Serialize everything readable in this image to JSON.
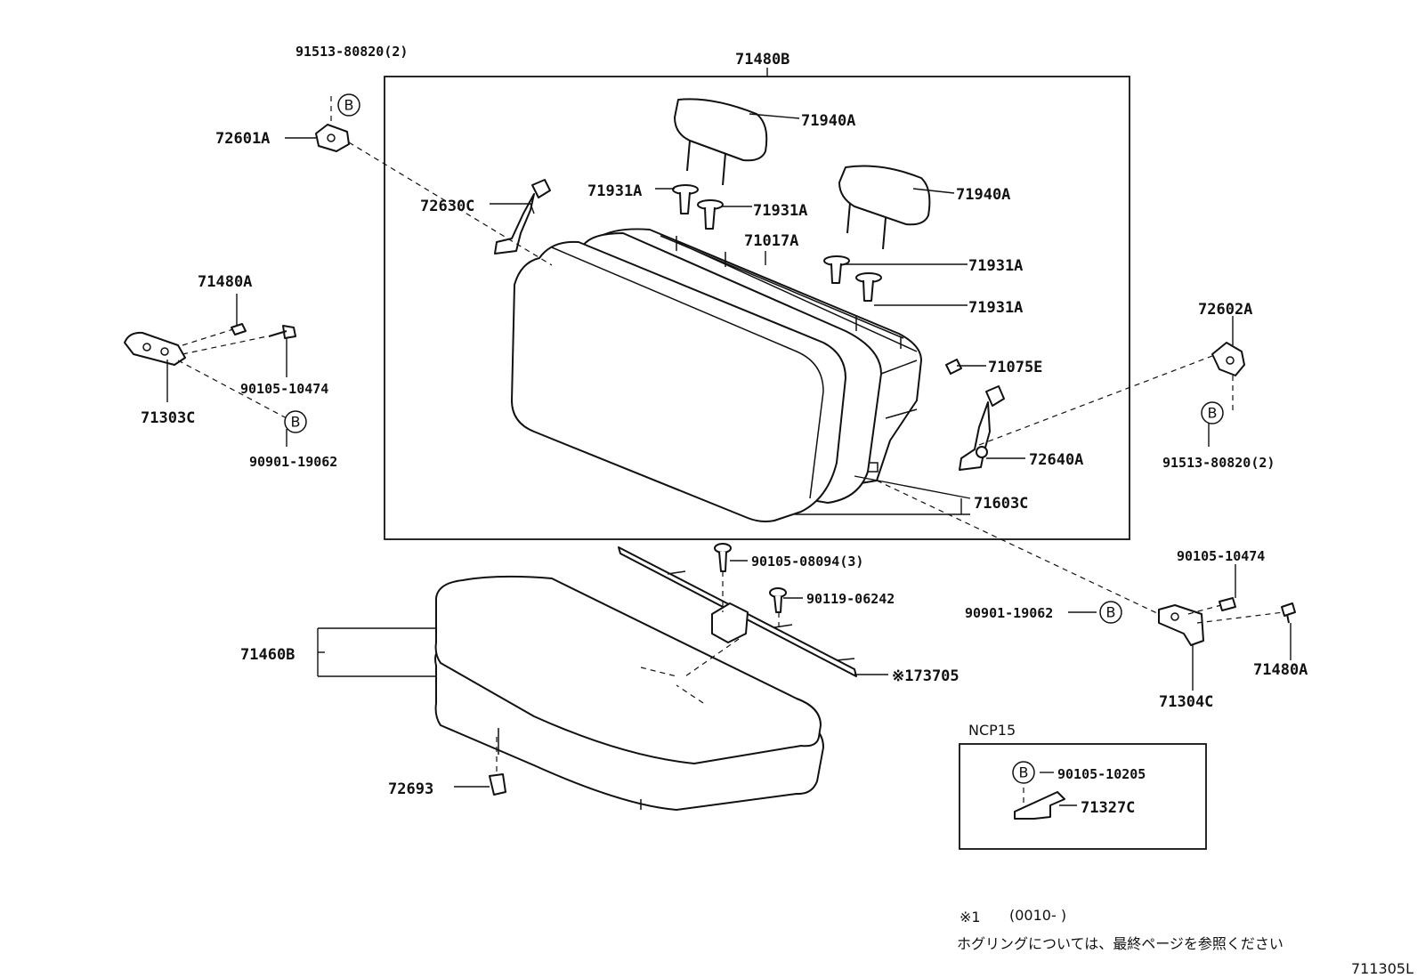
{
  "labels": {
    "p91513_top": "91513-80820(2)",
    "p72601A": "72601A",
    "p71480B": "71480B",
    "p71940A_1": "71940A",
    "p71940A_2": "71940A",
    "p72630C": "72630C",
    "p71931A_1": "71931A",
    "p71931A_2": "71931A",
    "p71931A_3": "71931A",
    "p71931A_4": "71931A",
    "p71017A": "71017A",
    "p71480A_left": "71480A",
    "p90105_10474_left": "90105-10474",
    "p71303C": "71303C",
    "p90901_left": "90901-19062",
    "p72602A": "72602A",
    "p71075E": "71075E",
    "p91513_right": "91513-80820(2)",
    "p72640A": "72640A",
    "p71603C": "71603C",
    "p90105_08094": "90105-08094(3)",
    "p90119_06242": "90119-06242",
    "p90105_10474_right": "90105-10474",
    "p90901_right": "90901-19062",
    "p71460B": "71460B",
    "p173705": "※173705",
    "p71480A_right": "71480A",
    "p71304C": "71304C",
    "p72693": "72693",
    "ncp_title": "NCP15",
    "p90105_10205": "90105-10205",
    "p71327C": "71327C"
  },
  "b_marker": "B",
  "notes": {
    "line1_mark": "※1",
    "line1_text": "(0010-        )",
    "line2": "ホグリングについては、最終ページを参照ください"
  },
  "ref_code": "711305L"
}
